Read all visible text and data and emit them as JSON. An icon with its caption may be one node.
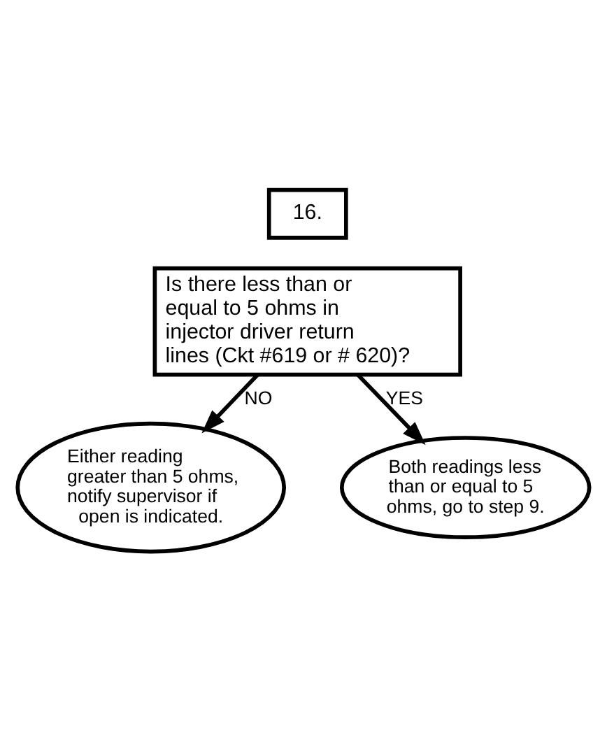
{
  "diagram": {
    "nodes": [
      {
        "text": [
          "16."
        ]
      },
      {
        "text": [
          "Is there less than or equal to 5 ohms in injector driver return lines (Ckt #619 or # 620)?"
        ]
      },
      {
        "text": [
          "Either reading greater than 5 ohms, notify supervisor if open is indicated."
        ]
      },
      {
        "text": [
          "Both readings less than or equal to 5 ohms, go to step 9."
        ]
      }
    ],
    "edges": [
      {
        "from": 1,
        "to": 2,
        "arrow": "to",
        "label": "NO"
      },
      {
        "from": 1,
        "to": 3,
        "arrow": "to",
        "label": "YES"
      }
    ]
  }
}
